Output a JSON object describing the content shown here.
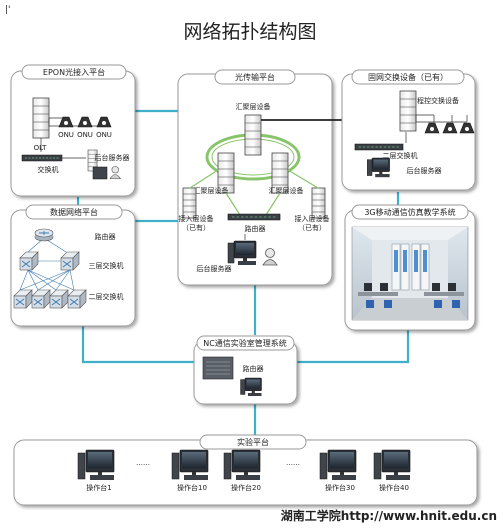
{
  "diagram": {
    "title": "网络拓扑结构图",
    "corner_mark": "|'",
    "watermark": "湖南工学院http://www.hnit.edu.cn",
    "platforms": {
      "epon": {
        "title": "EPON光接入平台",
        "olt": "OLT",
        "onu_labels": [
          "ONU",
          "ONU",
          "ONU"
        ],
        "switch": "交换机",
        "server": "后台服务器"
      },
      "optical": {
        "title": "光传输平台",
        "aggregation_top": "汇聚层设备",
        "aggregation_left": "汇聚层设备",
        "aggregation_right": "汇聚层设备",
        "access_left": "接入层设备",
        "access_left_note": "（已有）",
        "access_right": "接入层设备",
        "access_right_note": "（已有）",
        "router": "路由器",
        "server": "后台服务器"
      },
      "fixed": {
        "title": "固网交换设备（已有）",
        "pbx": "程控交换设备",
        "l2switch": "二层交换机",
        "server": "后台服务器"
      },
      "datanet": {
        "title": "数据网络平台",
        "router": "路由器",
        "l3switch": "三层交换机",
        "l2switch": "二层交换机"
      },
      "mobile3g": {
        "title": "3G移动通信仿真教学系统"
      },
      "nc": {
        "title": "NC通信实验室管理系统",
        "router": "路由器"
      },
      "lab": {
        "title": "实验平台",
        "workstations": [
          "操作台1",
          "操作台10",
          "操作台20",
          "操作台30",
          "操作台40"
        ],
        "dots": "……"
      }
    }
  },
  "colors": {
    "link": "#3fb0c8",
    "panel_border": "#9a9a9a",
    "ring": "#88c46a",
    "trunk": "#222222"
  }
}
